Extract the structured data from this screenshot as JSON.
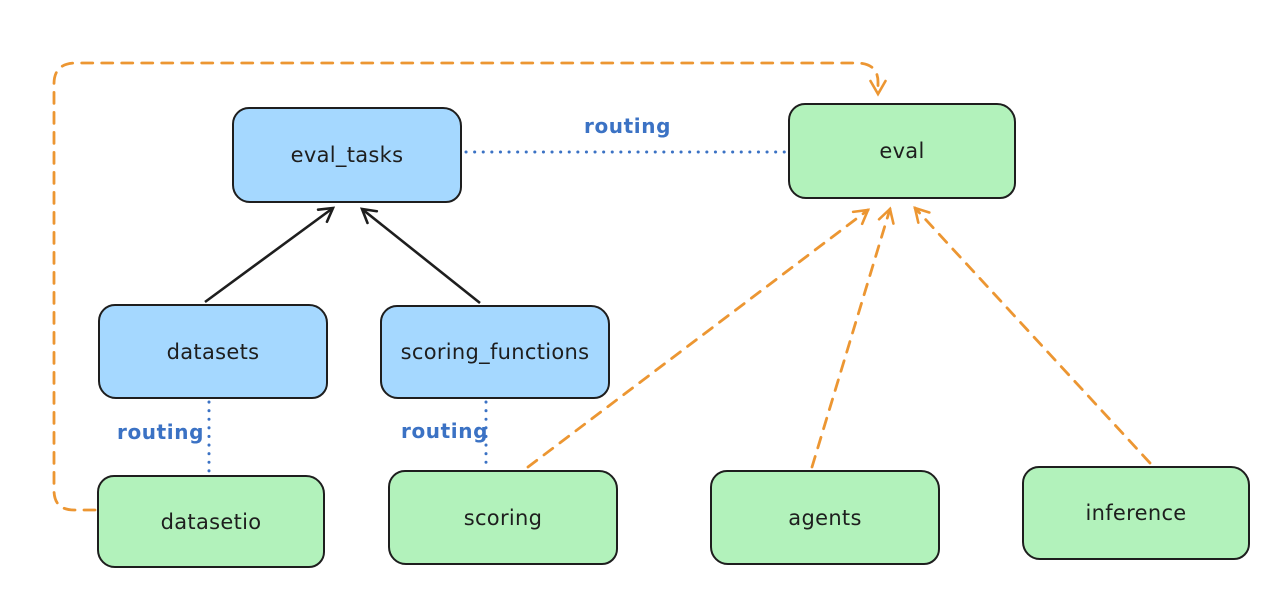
{
  "diagram": {
    "colors": {
      "blue_fill": "#a5d8ff",
      "green_fill": "#b2f2bb",
      "stroke": "#1e1e1e",
      "routing_blue": "#3b72c4",
      "orange": "#ec9632",
      "background": "#ffffff"
    },
    "nodes": [
      {
        "id": "eval_tasks",
        "label": "eval_tasks",
        "color": "blue"
      },
      {
        "id": "eval",
        "label": "eval",
        "color": "green"
      },
      {
        "id": "datasets",
        "label": "datasets",
        "color": "blue"
      },
      {
        "id": "scoring_functions",
        "label": "scoring_functions",
        "color": "blue"
      },
      {
        "id": "datasetio",
        "label": "datasetio",
        "color": "green"
      },
      {
        "id": "scoring",
        "label": "scoring",
        "color": "green"
      },
      {
        "id": "agents",
        "label": "agents",
        "color": "green"
      },
      {
        "id": "inference",
        "label": "inference",
        "color": "green"
      }
    ],
    "routing_labels": [
      {
        "id": "routing-eval-tasks-eval",
        "text": "routing"
      },
      {
        "id": "routing-datasets-datasetio",
        "text": "routing"
      },
      {
        "id": "routing-scoring-functions-scoring",
        "text": "routing"
      }
    ],
    "edges": [
      {
        "from": "datasets",
        "to": "eval_tasks",
        "style": "solid-arrow",
        "color": "black"
      },
      {
        "from": "scoring_functions",
        "to": "eval_tasks",
        "style": "solid-arrow",
        "color": "black"
      },
      {
        "from": "eval_tasks",
        "to": "eval",
        "style": "dotted",
        "color": "blue",
        "label": "routing"
      },
      {
        "from": "datasets",
        "to": "datasetio",
        "style": "dotted",
        "color": "blue",
        "label": "routing"
      },
      {
        "from": "scoring_functions",
        "to": "scoring",
        "style": "dotted",
        "color": "blue",
        "label": "routing"
      },
      {
        "from": "datasetio",
        "to": "eval",
        "style": "dashed-arrow",
        "color": "orange"
      },
      {
        "from": "scoring",
        "to": "eval",
        "style": "dashed-arrow",
        "color": "orange"
      },
      {
        "from": "agents",
        "to": "eval",
        "style": "dashed-arrow",
        "color": "orange"
      },
      {
        "from": "inference",
        "to": "eval",
        "style": "dashed-arrow",
        "color": "orange"
      }
    ]
  }
}
